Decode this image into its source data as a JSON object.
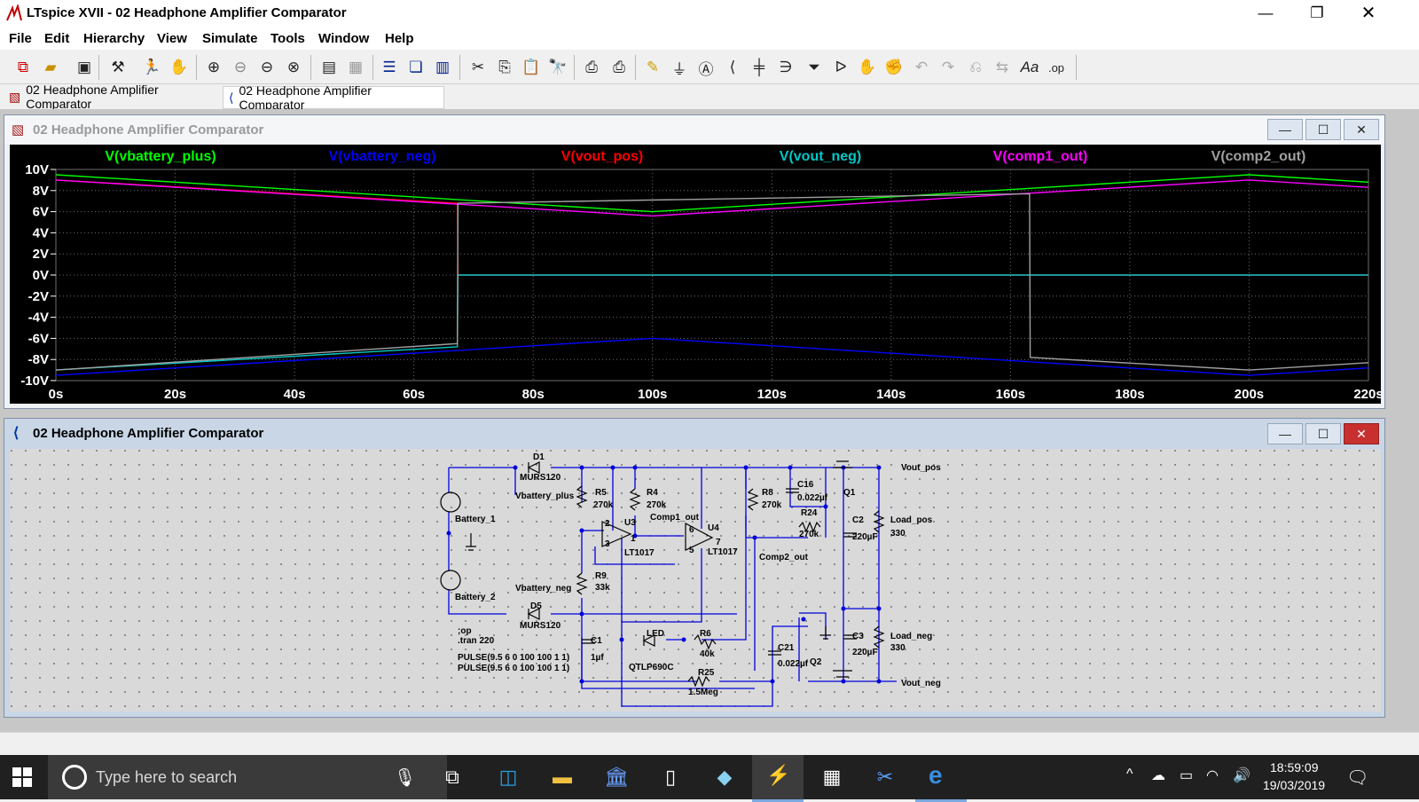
{
  "window": {
    "title": "LTspice XVII - 02 Headphone Amplifier Comparator",
    "minimize_icon": "minimize-icon",
    "maximize_icon": "restore-icon",
    "close_icon": "close-icon"
  },
  "menu": {
    "items": [
      "File",
      "Edit",
      "Hierarchy",
      "View",
      "Simulate",
      "Tools",
      "Window",
      "Help"
    ]
  },
  "toolbar": {
    "icons": [
      "new-schematic-icon",
      "open-icon",
      "save-icon",
      "control-panel-icon",
      "run-icon",
      "halt-icon",
      "zoom-in-icon",
      "zoom-out-icon",
      "zoom-fit-icon",
      "zoom-cancel-icon",
      "autorange-icon",
      "grid-icon",
      "tile-horizontal-icon",
      "cascade-icon",
      "tile-vertical-icon",
      "cut-icon",
      "copy-icon",
      "paste-icon",
      "find-icon",
      "print-icon",
      "print-preview-icon",
      "wire-icon",
      "ground-icon",
      "label-icon",
      "resistor-icon",
      "capacitor-icon",
      "inductor-icon",
      "diode-icon",
      "component-icon",
      "move-icon",
      "drag-icon",
      "undo-icon",
      "redo-icon",
      "rotate-icon",
      "mirror-icon",
      "text-icon",
      "spice-directive-icon"
    ]
  },
  "tabs": [
    {
      "label": "02 Headphone Amplifier Comparator",
      "icon": "waveform-icon"
    },
    {
      "label": "02 Headphone Amplifier Comparator",
      "icon": "schematic-icon"
    }
  ],
  "plot_window": {
    "title": "02 Headphone Amplifier Comparator",
    "colors": {
      "background": "#000000",
      "grid": "#6e6e6e",
      "axis_text": "#ffffff"
    }
  },
  "schematic_window": {
    "title": "02 Headphone Amplifier Comparator"
  },
  "chart_data": {
    "type": "line",
    "x_unit": "s",
    "xlim": [
      0,
      220
    ],
    "ylim": [
      -10,
      10
    ],
    "x_ticks": [
      "0s",
      "20s",
      "40s",
      "60s",
      "80s",
      "100s",
      "120s",
      "140s",
      "160s",
      "180s",
      "200s",
      "220s"
    ],
    "y_ticks": [
      "10V",
      "8V",
      "6V",
      "4V",
      "2V",
      "0V",
      "-2V",
      "-4V",
      "-6V",
      "-8V",
      "-10V"
    ],
    "grid": true,
    "legend_placement": "top",
    "series": [
      {
        "name": "V(vbattery_plus)",
        "color": "#00ff00",
        "x": [
          0,
          100,
          200,
          220
        ],
        "y": [
          9.5,
          6.0,
          9.5,
          8.8
        ]
      },
      {
        "name": "V(vbattery_neg)",
        "color": "#0000ff",
        "x": [
          0,
          100,
          200,
          220
        ],
        "y": [
          -9.5,
          -6.0,
          -9.5,
          -8.8
        ]
      },
      {
        "name": "V(vout_pos)",
        "color": "#ff0000",
        "x": [
          0,
          67.3,
          67.4,
          163.2,
          163.3,
          220
        ],
        "y": [
          9.0,
          6.8,
          0,
          0,
          0,
          0
        ]
      },
      {
        "name": "V(vout_neg)",
        "color": "#00c8c8",
        "x": [
          0,
          67.3,
          67.4,
          163.2,
          163.3,
          220
        ],
        "y": [
          -9.0,
          -6.8,
          0,
          0,
          0,
          0
        ]
      },
      {
        "name": "V(comp1_out)",
        "color": "#ff00ff",
        "x": [
          0,
          100,
          200,
          220
        ],
        "y": [
          9.0,
          5.6,
          9.0,
          8.3
        ]
      },
      {
        "name": "V(comp2_out)",
        "color": "#a0a0a0",
        "x": [
          0,
          67.3,
          67.4,
          163.2,
          163.3,
          200,
          220
        ],
        "y": [
          -9.0,
          -6.5,
          6.8,
          7.7,
          -7.8,
          -9.0,
          -8.3
        ]
      }
    ]
  },
  "schematic": {
    "labels": [
      "D1",
      "MURS120",
      "Vbattery_plus",
      "Battery_1",
      "Battery_2",
      "Vbattery_neg",
      "D5",
      "MURS120",
      "R5",
      "270k",
      "R4",
      "270k",
      "U3",
      "Comp1_out",
      "LT1017",
      "U4",
      "LT1017",
      "R8",
      "270k",
      "C16",
      "0.022µf",
      "Q1",
      "R24",
      "270k",
      "C2",
      "220µF",
      "Load_pos",
      "330",
      "Vout_pos",
      "R9",
      "33k",
      "Comp2_out",
      "C1",
      "1µf",
      "LED",
      "QTLP690C",
      "R6",
      "40k",
      "C21",
      "0.022µf",
      "Q2",
      "C3",
      "220µF",
      "Load_neg",
      "330",
      "R25",
      "1.5Meg",
      "Vout_neg",
      ";op",
      ".tran 220",
      "PULSE(9.5 6 0 100 100 1 1)",
      "PULSE(9.5 6 0 100 100 1 1)",
      "2",
      "3",
      "1",
      "6",
      "5",
      "7"
    ]
  },
  "taskbar": {
    "search_placeholder": "Type here to search",
    "time": "18:59:09",
    "date": "19/03/2019",
    "app_icons": [
      "mic-icon",
      "task-view-icon",
      "store-icon",
      "file-explorer-icon",
      "bank-icon",
      "document-icon",
      "notepad-icon",
      "ltspice-icon",
      "calculator-icon",
      "snipping-tool-icon",
      "edge-icon"
    ],
    "tray_icons": [
      "chevron-up-icon",
      "onedrive-icon",
      "battery-icon",
      "wifi-icon",
      "volume-icon",
      "notification-icon"
    ]
  }
}
